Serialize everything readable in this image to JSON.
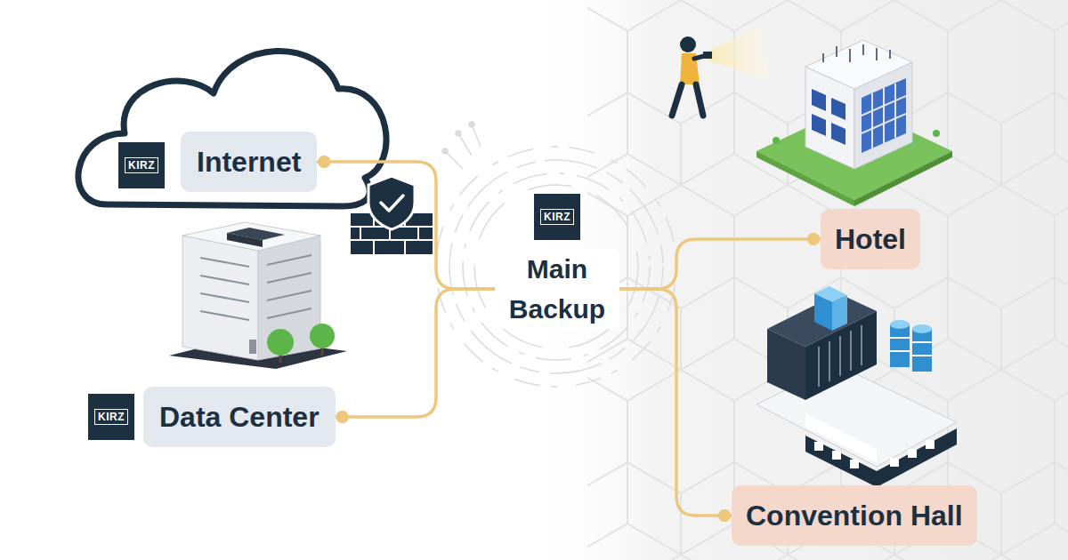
{
  "diagram": {
    "nodes": [
      {
        "text": [
          "KIRZ"
        ]
      },
      {
        "text": [
          "Internet"
        ]
      },
      {
        "text": [
          "KIRZ"
        ]
      },
      {
        "text": [
          "Hotel"
        ]
      },
      {
        "text": [
          "KIRZ"
        ]
      },
      {
        "text": [
          "Data Center"
        ]
      },
      {
        "text": [
          "Convention Hall"
        ]
      }
    ],
    "edges": [
      {
        "from": 1,
        "to": 3,
        "arrow": "none"
      },
      {
        "from": 1,
        "to": 6,
        "arrow": "none"
      },
      {
        "from": 5,
        "to": 3,
        "arrow": "none"
      },
      {
        "from": 5,
        "to": 6,
        "arrow": "none"
      }
    ],
    "labels": [
      "Main Backup"
    ]
  }
}
